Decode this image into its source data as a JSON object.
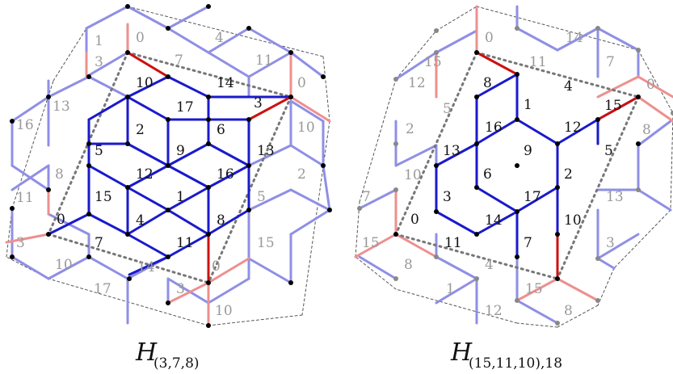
{
  "colors": {
    "blue": "#1a1acc",
    "light_blue": "#8f8fe6",
    "red": "#cc1111",
    "light_red": "#ee8f8f",
    "gray": "#777777",
    "dark_text": "#111111",
    "light_text": "#999999"
  },
  "left_diagram": {
    "caption_main": "H",
    "caption_sub": "(3,7,8)",
    "labels": {
      "inner": [
        "10",
        "14",
        "17",
        "2",
        "6",
        "3",
        "5",
        "9",
        "13",
        "12",
        "16",
        "15",
        "1",
        "4",
        "8",
        "7",
        "11",
        "0"
      ],
      "outer": [
        "1",
        "0",
        "4",
        "11",
        "3",
        "7",
        "0",
        "13",
        "16",
        "10",
        "8",
        "2",
        "11",
        "5",
        "3",
        "15",
        "10",
        "14",
        "17",
        "3",
        "10",
        "0"
      ]
    }
  },
  "right_diagram": {
    "caption_main": "H",
    "caption_sub": "(15,11,10),18",
    "labels": {
      "inner": [
        "8",
        "1",
        "16",
        "12",
        "15",
        "13",
        "9",
        "5",
        "6",
        "2",
        "3",
        "17",
        "14",
        "10",
        "0",
        "7",
        "11",
        "4"
      ],
      "outer": [
        "0",
        "14",
        "7",
        "15",
        "11",
        "0",
        "12",
        "5",
        "8",
        "2",
        "10",
        "13",
        "7",
        "15",
        "8",
        "1",
        "3",
        "4",
        "15",
        "12",
        "8"
      ]
    }
  }
}
